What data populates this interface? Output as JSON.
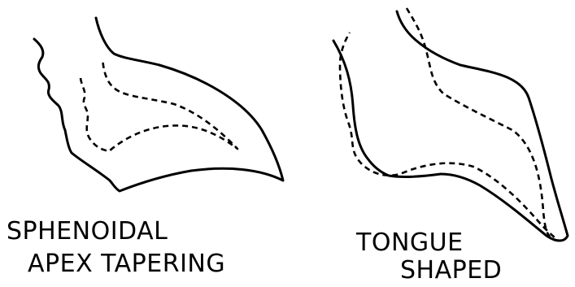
{
  "panels": [
    {
      "id": "left",
      "label_lines": [
        "SPHENOIDAL",
        "APEX TAPERING"
      ]
    },
    {
      "id": "right",
      "label_lines": [
        "TONGUE",
        "SHAPED"
      ]
    }
  ],
  "colors": {
    "stroke": "#000000",
    "background": "#ffffff"
  }
}
